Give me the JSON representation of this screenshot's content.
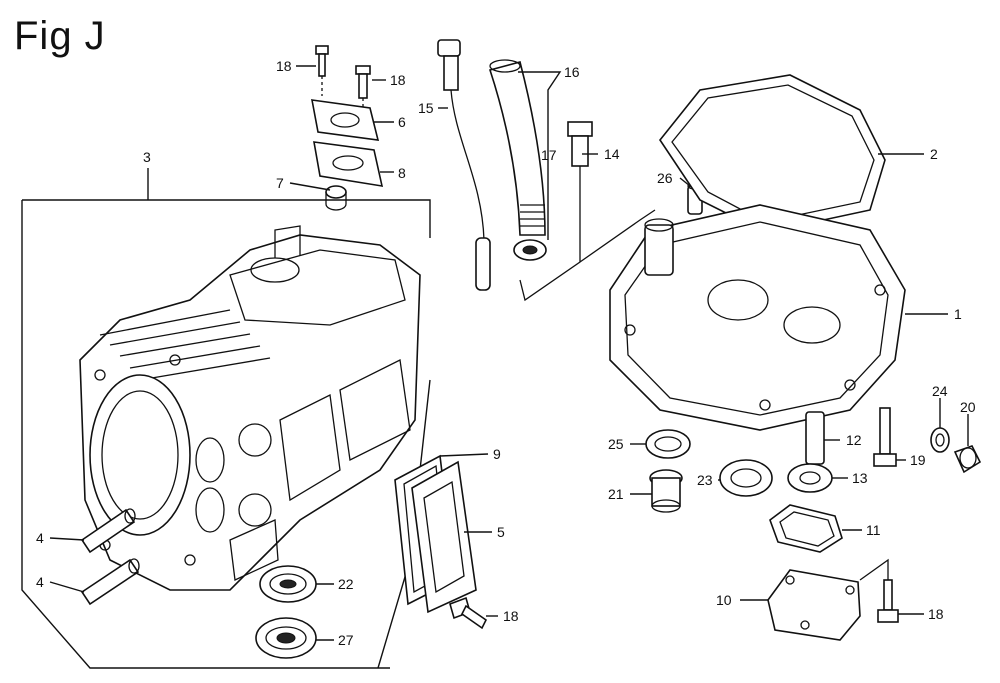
{
  "figure": {
    "title": "Fig J"
  },
  "callouts": [
    {
      "id": "c-18a",
      "text": "18"
    },
    {
      "id": "c-18b",
      "text": "18"
    },
    {
      "id": "c-6",
      "text": "6"
    },
    {
      "id": "c-8",
      "text": "8"
    },
    {
      "id": "c-7",
      "text": "7"
    },
    {
      "id": "c-3",
      "text": "3"
    },
    {
      "id": "c-15",
      "text": "15"
    },
    {
      "id": "c-16",
      "text": "16"
    },
    {
      "id": "c-17",
      "text": "17"
    },
    {
      "id": "c-14",
      "text": "14"
    },
    {
      "id": "c-26",
      "text": "26"
    },
    {
      "id": "c-2",
      "text": "2"
    },
    {
      "id": "c-1",
      "text": "1"
    },
    {
      "id": "c-9",
      "text": "9"
    },
    {
      "id": "c-5",
      "text": "5"
    },
    {
      "id": "c-4a",
      "text": "4"
    },
    {
      "id": "c-4b",
      "text": "4"
    },
    {
      "id": "c-22",
      "text": "22"
    },
    {
      "id": "c-27",
      "text": "27"
    },
    {
      "id": "c-18c",
      "text": "18"
    },
    {
      "id": "c-25",
      "text": "25"
    },
    {
      "id": "c-21",
      "text": "21"
    },
    {
      "id": "c-23",
      "text": "23"
    },
    {
      "id": "c-12",
      "text": "12"
    },
    {
      "id": "c-13",
      "text": "13"
    },
    {
      "id": "c-11",
      "text": "11"
    },
    {
      "id": "c-19",
      "text": "19"
    },
    {
      "id": "c-24",
      "text": "24"
    },
    {
      "id": "c-20",
      "text": "20"
    },
    {
      "id": "c-10",
      "text": "10"
    },
    {
      "id": "c-18d",
      "text": "18"
    }
  ]
}
